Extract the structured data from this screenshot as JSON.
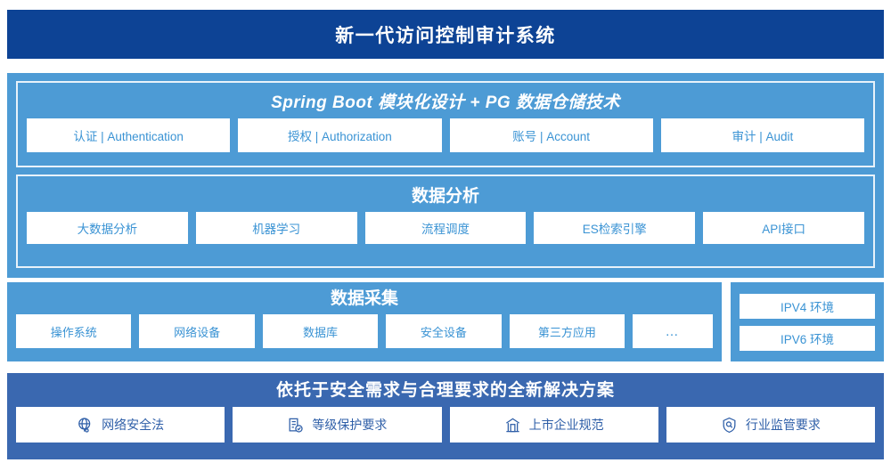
{
  "header": {
    "title": "新一代访问控制审计系统",
    "bg_color": "#0d4395",
    "text_color": "#ffffff"
  },
  "platform": {
    "bg_color": "#4d9bd5",
    "spring": {
      "title": "Spring Boot 模块化设计 + PG 数据仓储技术",
      "chips": [
        {
          "label": "认证 | Authentication"
        },
        {
          "label": "授权 | Authorization"
        },
        {
          "label": "账号 | Account"
        },
        {
          "label": "审计 | Audit"
        }
      ]
    },
    "analytics": {
      "title": "数据分析",
      "chips": [
        {
          "label": "大数据分析"
        },
        {
          "label": "机器学习"
        },
        {
          "label": "流程调度"
        },
        {
          "label": "ES检索引擎"
        },
        {
          "label": "API接口"
        }
      ]
    }
  },
  "collection": {
    "title": "数据采集",
    "bg_color": "#4d9bd5",
    "chips": [
      {
        "label": "操作系统"
      },
      {
        "label": "网络设备"
      },
      {
        "label": "数据库"
      },
      {
        "label": "安全设备"
      },
      {
        "label": "第三方应用"
      },
      {
        "label": "…"
      }
    ]
  },
  "environment": {
    "bg_color": "#4d9bd5",
    "chips": [
      {
        "label": "IPV4 环境"
      },
      {
        "label": "IPV6 环境"
      }
    ]
  },
  "solution": {
    "title": "依托于安全需求与合理要求的全新解决方案",
    "bg_color": "#3a68b0",
    "text_color": "#2f5fa8",
    "chips": [
      {
        "label": "网络安全法",
        "icon": "globe-icon"
      },
      {
        "label": "等级保护要求",
        "icon": "document-check-icon"
      },
      {
        "label": "上市企业规范",
        "icon": "bank-building-icon"
      },
      {
        "label": "行业监管要求",
        "icon": "shield-search-icon"
      }
    ]
  }
}
